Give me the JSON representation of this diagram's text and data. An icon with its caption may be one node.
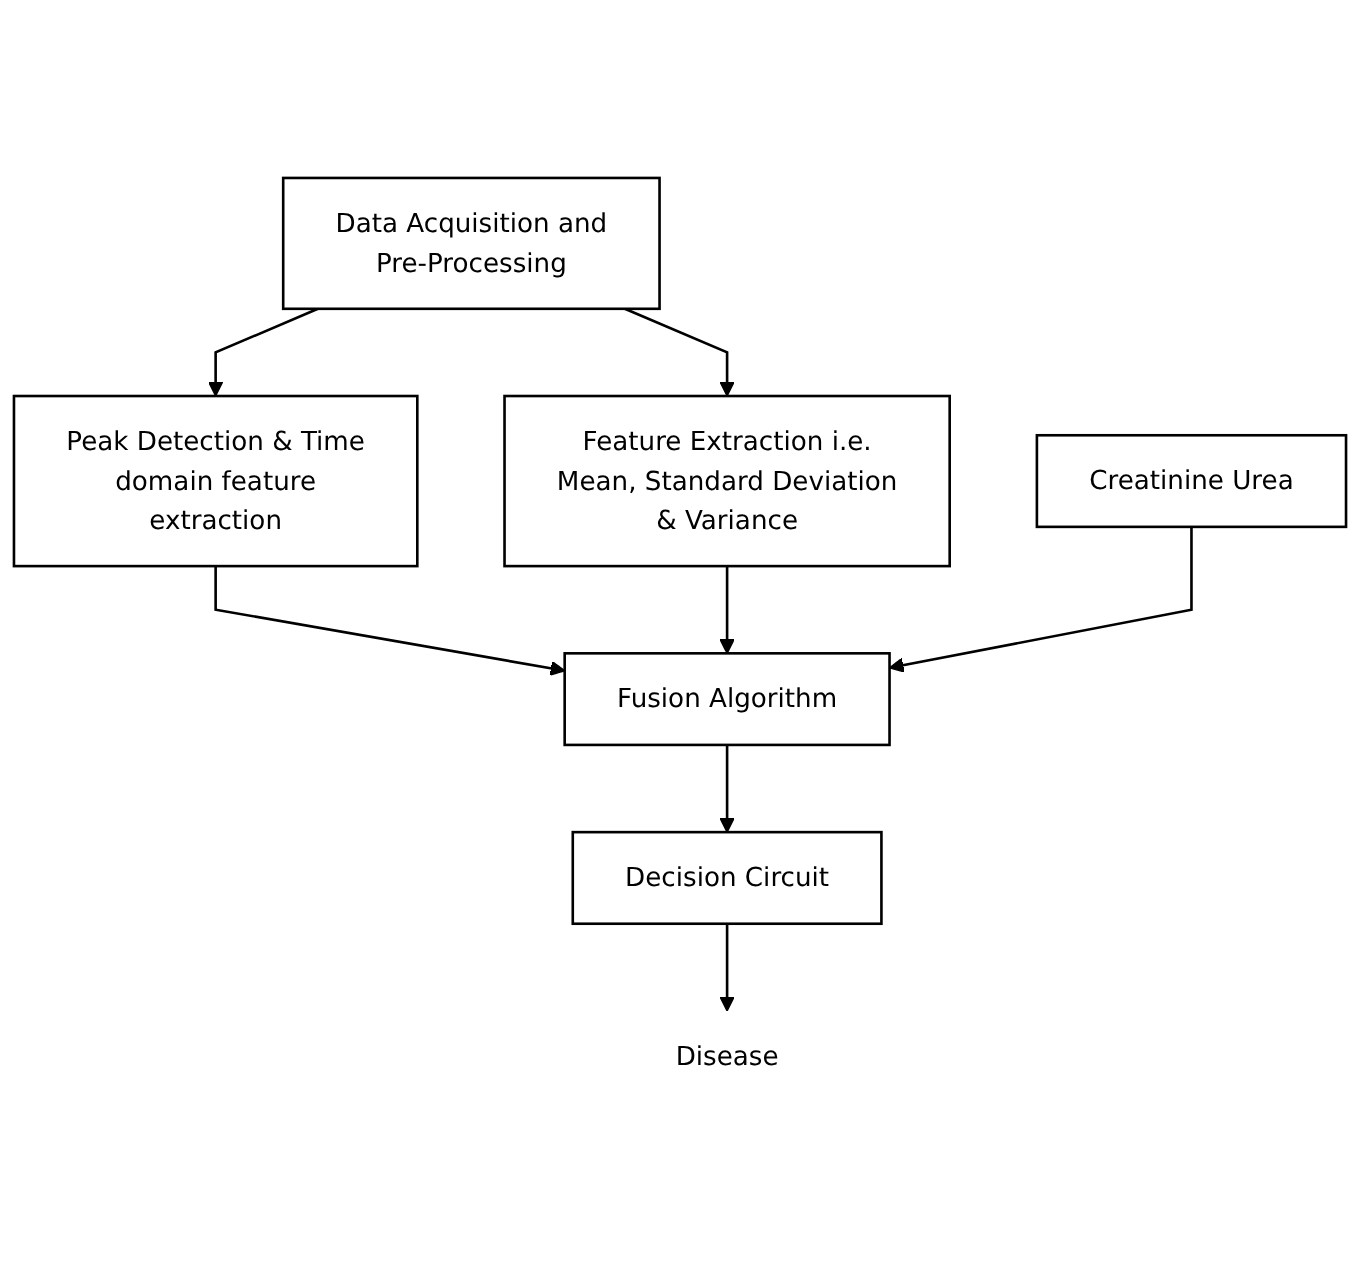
{
  "diagram": {
    "nodes": [
      {
        "text": [
          "Data Acquisition and Pre-Processing"
        ]
      },
      {
        "text": [
          "Peak Detection & Time domain feature extraction"
        ]
      },
      {
        "text": [
          "Feature Extraction i.e. Mean, Standard Deviation & Variance"
        ]
      },
      {
        "text": [
          "Creatinine Urea"
        ]
      },
      {
        "text": [
          "Fusion Algorithm"
        ]
      },
      {
        "text": [
          "Decision Circuit"
        ]
      },
      {
        "text": [
          "Disease"
        ]
      }
    ],
    "edges": [
      {
        "from": 0,
        "to": 1,
        "arrow": "to"
      },
      {
        "from": 0,
        "to": 2,
        "arrow": "to"
      },
      {
        "from": 1,
        "to": 4,
        "arrow": "to"
      },
      {
        "from": 2,
        "to": 4,
        "arrow": "to"
      },
      {
        "from": 3,
        "to": 4,
        "arrow": "to"
      },
      {
        "from": 4,
        "to": 5,
        "arrow": "to"
      },
      {
        "from": 5,
        "to": 6,
        "arrow": "to"
      }
    ]
  }
}
